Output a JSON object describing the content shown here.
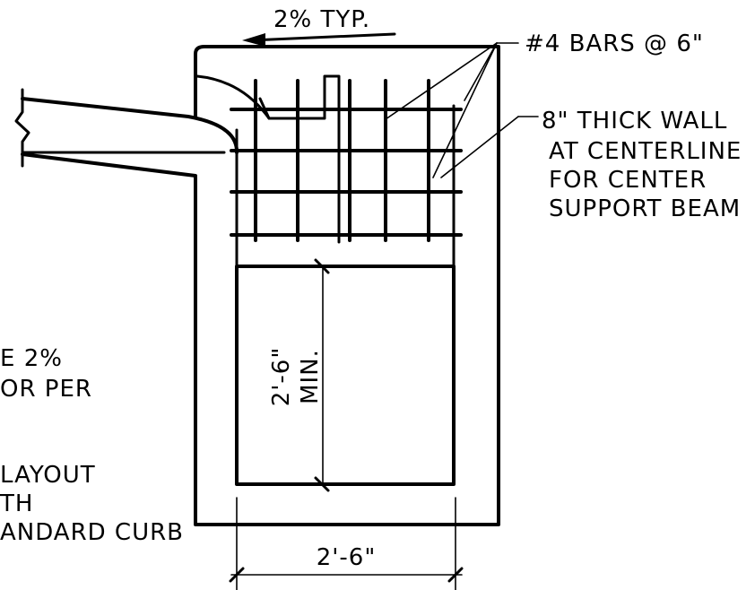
{
  "labels": {
    "slope": "2% TYP.",
    "bars": "#4 BARS @ 6\"",
    "wall_line1": "8\" THICK WALL",
    "wall_line2": "AT CENTERLINE",
    "wall_line3": "FOR CENTER",
    "wall_line4": "SUPPORT BEAM",
    "vert_dim_line1": "2'-6\"",
    "vert_dim_line2": "MIN.",
    "horiz_dim": "2'-6\"",
    "left_note_1a": "E 2%",
    "left_note_1b": "OR PER",
    "left_note_2a": " LAYOUT",
    "left_note_2b": "TH",
    "left_note_2c": "ANDARD CURB"
  },
  "colors": {
    "ink": "#000000",
    "background": "#ffffff"
  }
}
